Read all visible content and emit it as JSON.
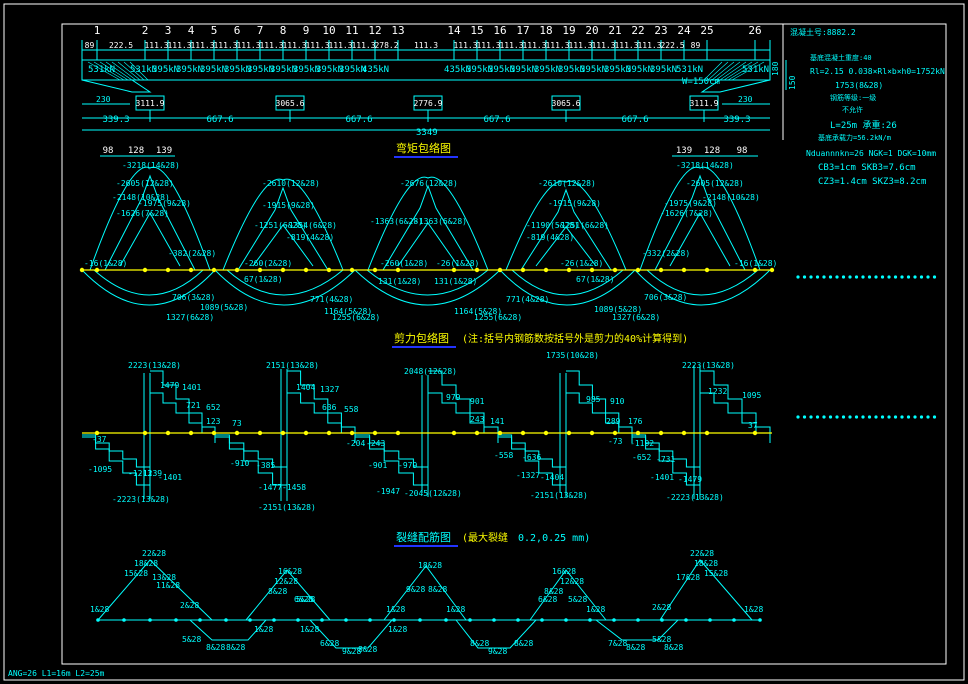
{
  "colors": {
    "background": "#000000",
    "cyan": "#00ffff",
    "yellow": "#ffff00",
    "white": "#ffffff",
    "blue": "#2233ff"
  },
  "node_numbers": [
    "1",
    "2",
    "3",
    "4",
    "5",
    "6",
    "7",
    "8",
    "9",
    "10",
    "11",
    "12",
    "13",
    "14",
    "15",
    "16",
    "17",
    "18",
    "19",
    "20",
    "21",
    "22",
    "23",
    "24",
    "25",
    "26"
  ],
  "span_segments": [
    "89",
    "222.5",
    "111.3",
    "111.3",
    "111.3",
    "111.3",
    "111.3",
    "111.3",
    "111.3",
    "111.3",
    "111.3",
    "111.3",
    "278.2",
    "111.3",
    "111.3",
    "111.3",
    "111.3",
    "111.3",
    "111.3",
    "111.3",
    "111.3",
    "111.3",
    "111.3",
    "222.5",
    "89"
  ],
  "loads_left": [
    "531kN",
    "531kN",
    "395kN",
    "395kN",
    "395kN",
    "395kN",
    "395kN",
    "395kN",
    "395kN",
    "395kN",
    "395kN",
    "435kN"
  ],
  "loads_right": [
    "435kN",
    "395kN",
    "395kN",
    "395kN",
    "395kN",
    "395kN",
    "395kN",
    "395kN",
    "395kN",
    "395kN",
    "531kN",
    "531kN"
  ],
  "beam_width": "W=150cm",
  "side_dims": [
    "180",
    "150"
  ],
  "end_dims": [
    "230",
    "230"
  ],
  "support_values": [
    "3111.9",
    "3065.6",
    "2776.9",
    "3065.6",
    "3111.9"
  ],
  "support_spans": [
    "339.3",
    "667.6",
    "667.6",
    "667.6",
    "667.6",
    "339.3"
  ],
  "total_length": "3349",
  "moment": {
    "title": "弯矩包络图",
    "top_dims_left": [
      "98",
      "128",
      "139"
    ],
    "top_dims_right": [
      "139",
      "128",
      "98"
    ],
    "labels": [
      "-3218(14&28)",
      "-2605(12&28)",
      "-2148(10&28)",
      "-1975(9&28)",
      "-1626(7&28)",
      "-382(2&28)",
      "-16(1&28)",
      "706(3&28)",
      "1089(5&28)",
      "1327(6&28)",
      "-2610(12&28)",
      "-1915(9&28)",
      "-1251(6&28)",
      "-1354(6&28)",
      "-819(4&28)",
      "-260(2&28)",
      "67(1&28)",
      "771(4&28)",
      "1164(5&28)",
      "1255(6&28)",
      "-2676(12&28)",
      "-1363(6&28)",
      "-1363(6&28)",
      "-260(1&28)",
      "-26(1&28)",
      "131(1&28)",
      "131(1&28)",
      "1164(5&28)",
      "1255(6&28)",
      "-2610(12&28)",
      "-1915(9&28)",
      "-1190(5&28)",
      "-1251(6&28)",
      "-819(4&28)",
      "-26(1&28)",
      "67(1&28)",
      "771(4&28)",
      "1089(5&28)",
      "1327(6&28)",
      "-332(2&28)",
      "706(3&28)",
      "-3218(14&28)",
      "-2605(12&28)",
      "-2148(10&28)",
      "-1975(9&28)",
      "-1626(7&28)",
      "-16(1&28)"
    ]
  },
  "shear": {
    "title": "剪力包络图",
    "note": "(注:括号内钢筋数按括号外是剪力的40%计算得到)",
    "labels": [
      "2223(13&28)",
      "1479",
      "1401",
      "721",
      "652",
      "123",
      "73",
      "-37",
      "-1095",
      "-1213",
      "-1239",
      "-1401",
      "-910",
      "-385",
      "-2223(13&28)",
      "2151(13&28)",
      "1404",
      "1327",
      "636",
      "558",
      "-204",
      "-243",
      "-1477",
      "-1458",
      "-2151(13&28)",
      "2048(12&28)",
      "979",
      "901",
      "243",
      "141",
      "-901",
      "-979",
      "-1947",
      "-2045(12&28)",
      "1735(10&28)",
      "985",
      "910",
      "289",
      "176",
      "-558",
      "-636",
      "-1327",
      "-1404",
      "-2151(13&28)",
      "-73",
      "-1192",
      "-652",
      "-731",
      "-1401",
      "-1479",
      "-2223(13&28)",
      "2223(13&28)",
      "1232",
      "1095",
      "37"
    ]
  },
  "crack": {
    "title": "裂缝配筋图",
    "note": "(最大裂缝",
    "value": "0.2,0.25 mm)",
    "labels": [
      "22&28",
      "18&28",
      "15&28",
      "13&28",
      "11&28",
      "2&28",
      "1&28",
      "5&28",
      "8&28",
      "8&28",
      "1&28",
      "16&28",
      "12&28",
      "8&28",
      "6&28",
      "5&28",
      "1&28",
      "6&28",
      "9&28",
      "8&28",
      "18&28",
      "9&28",
      "8&28",
      "1&28",
      "1&28",
      "1&28",
      "8&28",
      "9&28",
      "8&28",
      "16&28",
      "12&28",
      "8&28",
      "6&28",
      "5&28",
      "1&28",
      "7&28",
      "8&28",
      "2&28",
      "5&28",
      "8&28",
      "22&28",
      "18&28",
      "17&28",
      "15&28",
      "1&28"
    ]
  },
  "side_info": {
    "title": "混凝土号:8882.2",
    "lines": [
      "基底混凝土重度:40",
      "Rl=2.15  0.038×Rl×b×h0=1752kN",
      "1753(8&28)",
      "钢筋等级:一级",
      "不允许",
      "L=25m   承重:26",
      "基底承载力=56.2kN/m",
      "Nduannnkn=26  NGK=1  DGK=10mm",
      "CB3=1cm   SKB3=7.6cm",
      "CZ3=1.4cm  SKZ3=8.2cm"
    ]
  },
  "footer": "ANG=26 L1=16m L2=25m"
}
